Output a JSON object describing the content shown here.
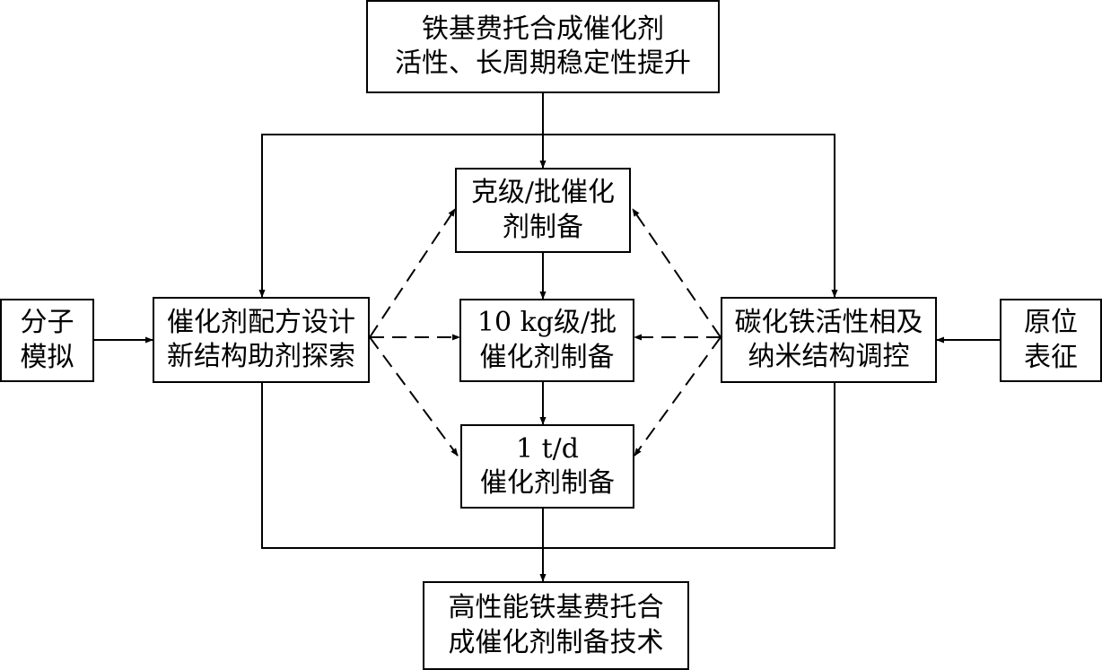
{
  "nodes": {
    "goal": {
      "lines": [
        "铁基费托合成催化剂",
        "活性、长周期稳定性提升"
      ]
    },
    "gram": {
      "lines": [
        "克级/批催化",
        "剂制备"
      ]
    },
    "kg10": {
      "lines": [
        "10 kg级/批",
        "催化剂制备"
      ]
    },
    "t1": {
      "lines": [
        "1 t/d",
        "催化剂制备"
      ]
    },
    "design": {
      "lines": [
        "催化剂配方设计",
        "新结构助剂探索"
      ]
    },
    "carbide": {
      "lines": [
        "碳化铁活性相及",
        "纳米结构调控"
      ]
    },
    "molecular": {
      "lines": [
        "分子",
        "模拟"
      ]
    },
    "insitu": {
      "lines": [
        "原位",
        "表征"
      ]
    },
    "result": {
      "lines": [
        "高性能铁基费托合",
        "成催化剂制备技术"
      ]
    }
  },
  "colors": {
    "line": "#000000",
    "background": "#ffffff"
  }
}
